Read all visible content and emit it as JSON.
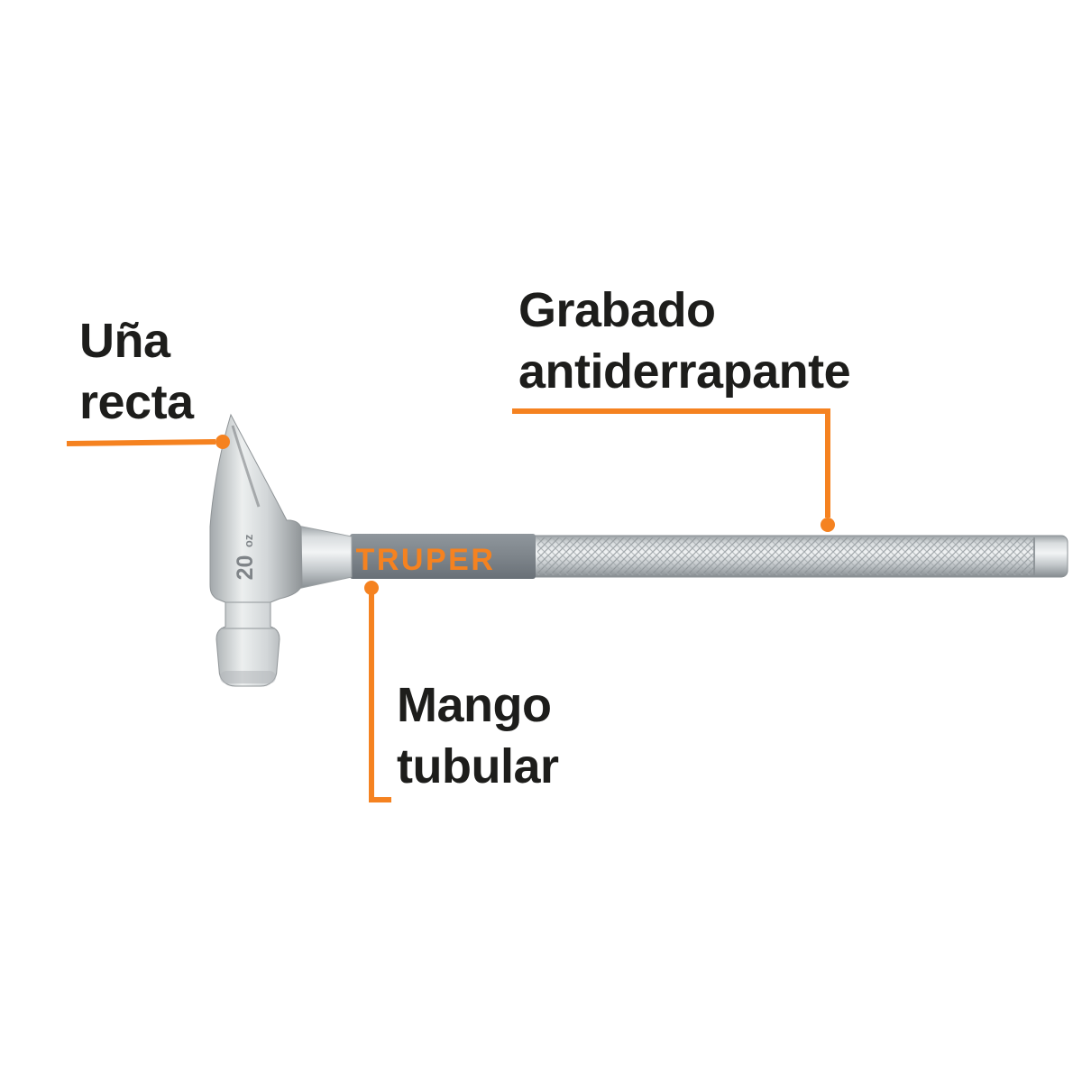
{
  "diagram": {
    "brand": "TRUPER",
    "head_marking": {
      "weight": "20",
      "unit": "oz"
    },
    "labels": {
      "claw": {
        "line1": "Uña",
        "line2": "recta"
      },
      "engraving": {
        "line1": "Grabado",
        "line2": "antiderrapante"
      },
      "handle": {
        "line1": "Mango",
        "line2": "tubular"
      }
    },
    "colors": {
      "accent": "#F58220",
      "text": "#1D1D1B",
      "grip_gray": "#7E858B"
    }
  }
}
